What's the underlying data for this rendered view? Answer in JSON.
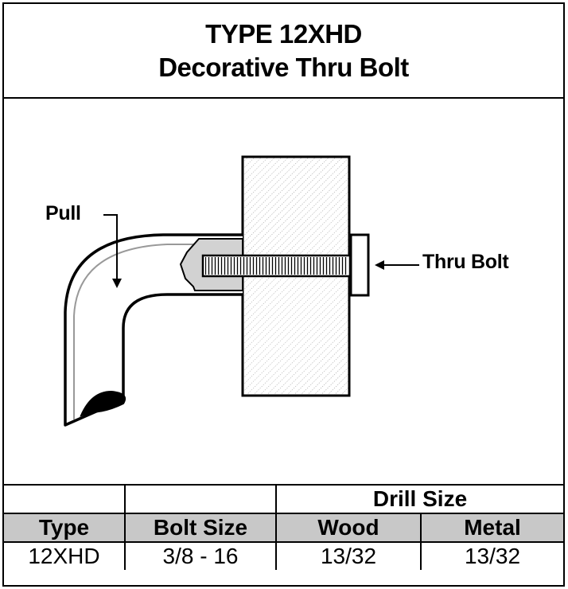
{
  "title": {
    "line1": "TYPE 12XHD",
    "line2": "Decorative Thru Bolt"
  },
  "diagram": {
    "pull_label": "Pull",
    "bolt_label": "Thru Bolt"
  },
  "table": {
    "group_header": "Drill Size",
    "columns": [
      "Type",
      "Bolt Size",
      "Wood",
      "Metal"
    ],
    "rows": [
      [
        "12XHD",
        "3/8 - 16",
        "13/32",
        "13/32"
      ]
    ]
  }
}
